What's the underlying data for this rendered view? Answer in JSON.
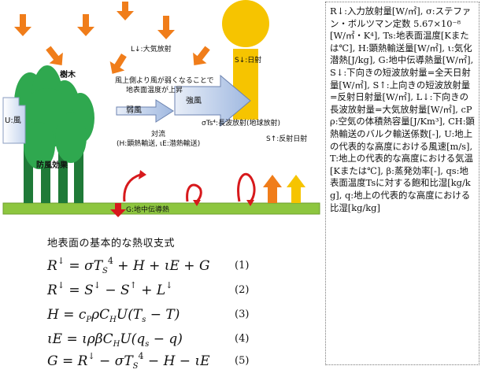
{
  "labels": {
    "atmos_rad": "L↓:大気放射",
    "solar": "S↓:日射",
    "tree": "樹木",
    "wind_u": "U:風",
    "wind_note_line1": "風上側より風が弱くなることで",
    "wind_note_line2": "地表面温度が上昇",
    "weak_wind": "弱風",
    "strong_wind": "強風",
    "longwave": "σTs⁴:長波放射(地球放射)",
    "reflected": "S↑:反射日射",
    "convection": "対流",
    "convection_detail": "(H:顕熱輸送, ιE:潜熱輸送)",
    "windbreak": "防風効果",
    "ground_heat": "G:地中伝導熱"
  },
  "caption": "地表面の基本的な熱収支式",
  "equations": [
    {
      "num": "(1)"
    },
    {
      "num": "(2)"
    },
    {
      "num": "(3)"
    },
    {
      "num": "(4)"
    },
    {
      "num": "(5)"
    }
  ],
  "legend_text": "R↓:入力放射量[W/㎡], σ:ステファン・ボルツマン定数 5.67×10⁻⁸[W/㎡・K⁴], Ts:地表面温度[Kまたは℃], H:顕熱輸送量[W/㎡], ι:気化潜熱[J/kg], G:地中伝導熱量[W/㎡], S↓:下向きの短波放射量=全天日射量[W/㎡], S↑:上向きの短波放射量=反射日射量[W/㎡], L↓:下向きの長波放射量=大気放射量[W/㎡], cPρ:空気の体積熱容量[J/Km³], CH:顕熱輸送のバルク輸送係数[-], U:地上の代表的な高度における風速[m/s], T:地上の代表的な高度における気温[Kまたは℃], β:蒸発効率[-], qs:地表面温度Tsに対する飽和比湿[kg/kg], q:地上の代表的な高度における比湿[kg/kg]",
  "colors": {
    "sun": "#f6c400",
    "orange_arrow": "#f07d1a",
    "red_arrow": "#d7191c",
    "ground": "#8dc63f",
    "wind_arrow": "#b8cbe8",
    "tree_green": "#2fa84f",
    "tree_trunk": "#1f7a38"
  }
}
